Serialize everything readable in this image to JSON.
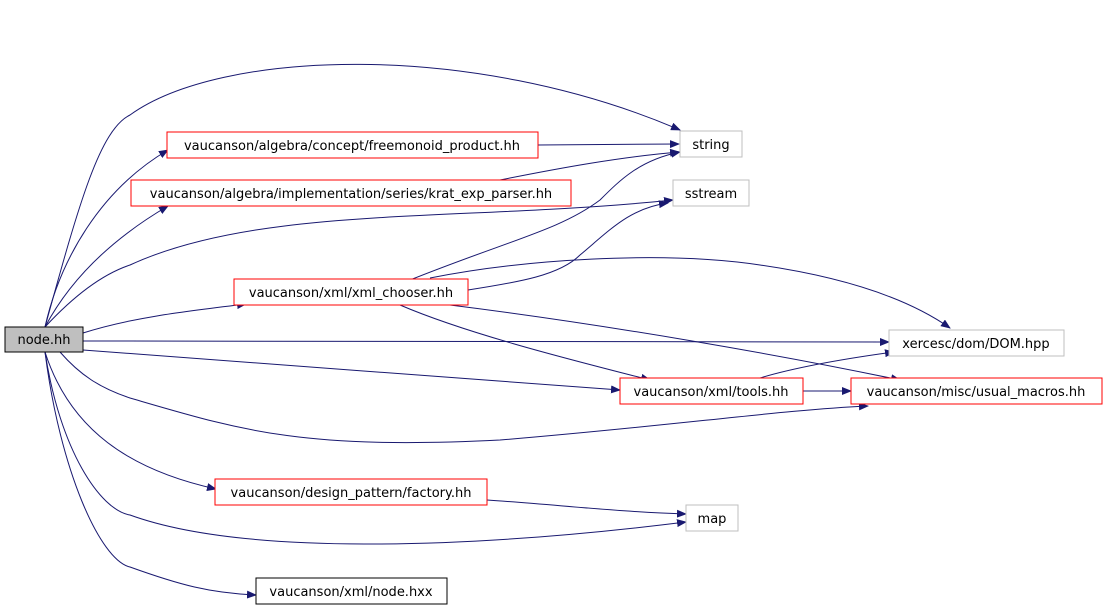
{
  "colors": {
    "edge": "#191970",
    "root_fill": "#bfbfbf",
    "root_border": "#000000",
    "red_border": "#ff0000",
    "gray_border": "#bfbfbf",
    "black_border": "#000000",
    "text": "#000000"
  },
  "nodes": {
    "root": {
      "label": "node.hh",
      "style": "root"
    },
    "freemonoid": {
      "label": "vaucanson/algebra/concept/freemonoid_product.hh",
      "style": "red"
    },
    "krat": {
      "label": "vaucanson/algebra/implementation/series/krat_exp_parser.hh",
      "style": "red"
    },
    "xmlchooser": {
      "label": "vaucanson/xml/xml_chooser.hh",
      "style": "red"
    },
    "tools": {
      "label": "vaucanson/xml/tools.hh",
      "style": "red"
    },
    "macros": {
      "label": "vaucanson/misc/usual_macros.hh",
      "style": "red"
    },
    "factory": {
      "label": "vaucanson/design_pattern/factory.hh",
      "style": "red"
    },
    "nodehxx": {
      "label": "vaucanson/xml/node.hxx",
      "style": "black"
    },
    "string": {
      "label": "string",
      "style": "gray"
    },
    "sstream": {
      "label": "sstream",
      "style": "gray"
    },
    "dom": {
      "label": "xercesc/dom/DOM.hpp",
      "style": "gray"
    },
    "map": {
      "label": "map",
      "style": "gray"
    }
  }
}
